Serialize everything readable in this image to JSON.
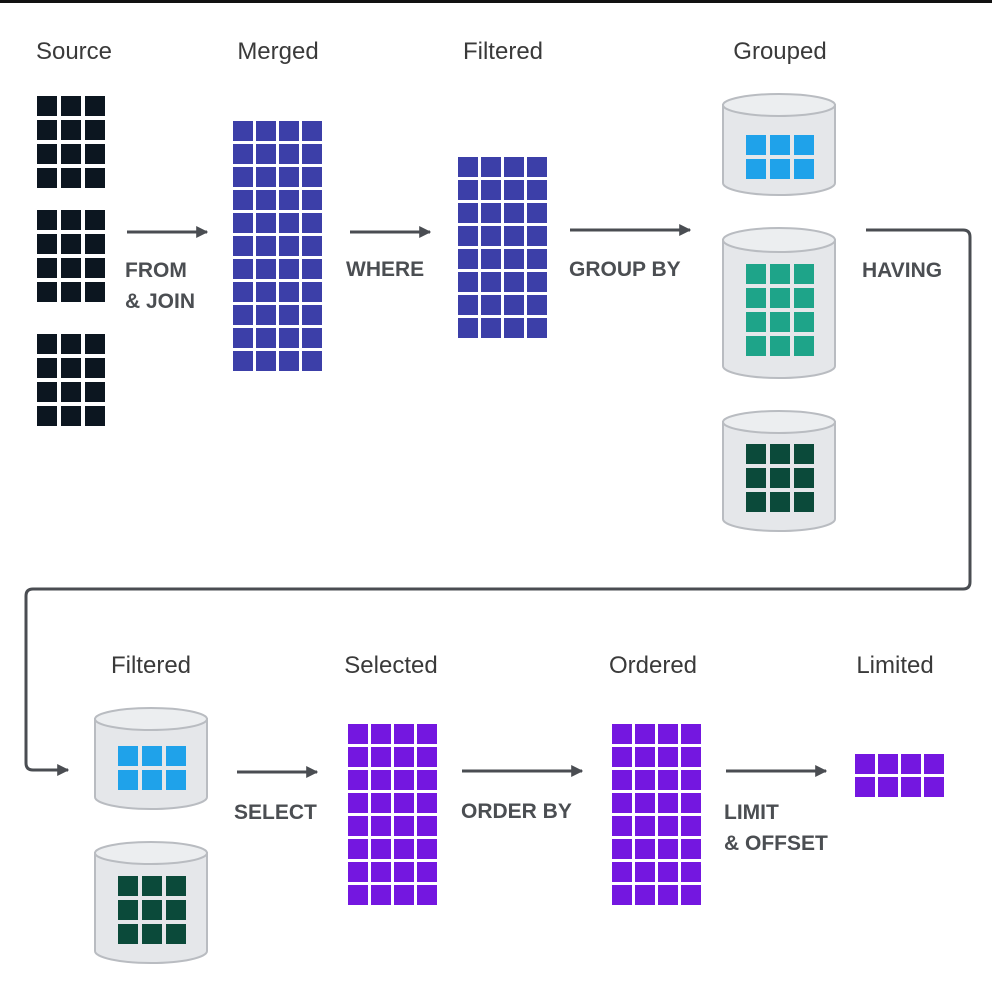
{
  "colors": {
    "source": "#0c1620",
    "merged": "#3c3fa8",
    "blue": "#1fa2ea",
    "teal": "#1ea489",
    "darkgreen": "#0b4a3a",
    "purple": "#7417e0",
    "cylinder_fill": "#e5e7ea",
    "cylinder_stroke": "#b9bcc1",
    "arrow": "#4a4d52"
  },
  "titles": {
    "source": "Source",
    "merged": "Merged",
    "filtered_top": "Filtered",
    "grouped": "Grouped",
    "filtered_bottom": "Filtered",
    "selected": "Selected",
    "ordered": "Ordered",
    "limited": "Limited"
  },
  "operations": {
    "from_join": [
      "FROM",
      "& JOIN"
    ],
    "where": [
      "WHERE"
    ],
    "group_by": [
      "GROUP BY"
    ],
    "having": [
      "HAVING"
    ],
    "select": [
      "SELECT"
    ],
    "order_by": [
      "ORDER BY"
    ],
    "limit_offset": [
      "LIMIT",
      "& OFFSET"
    ]
  }
}
